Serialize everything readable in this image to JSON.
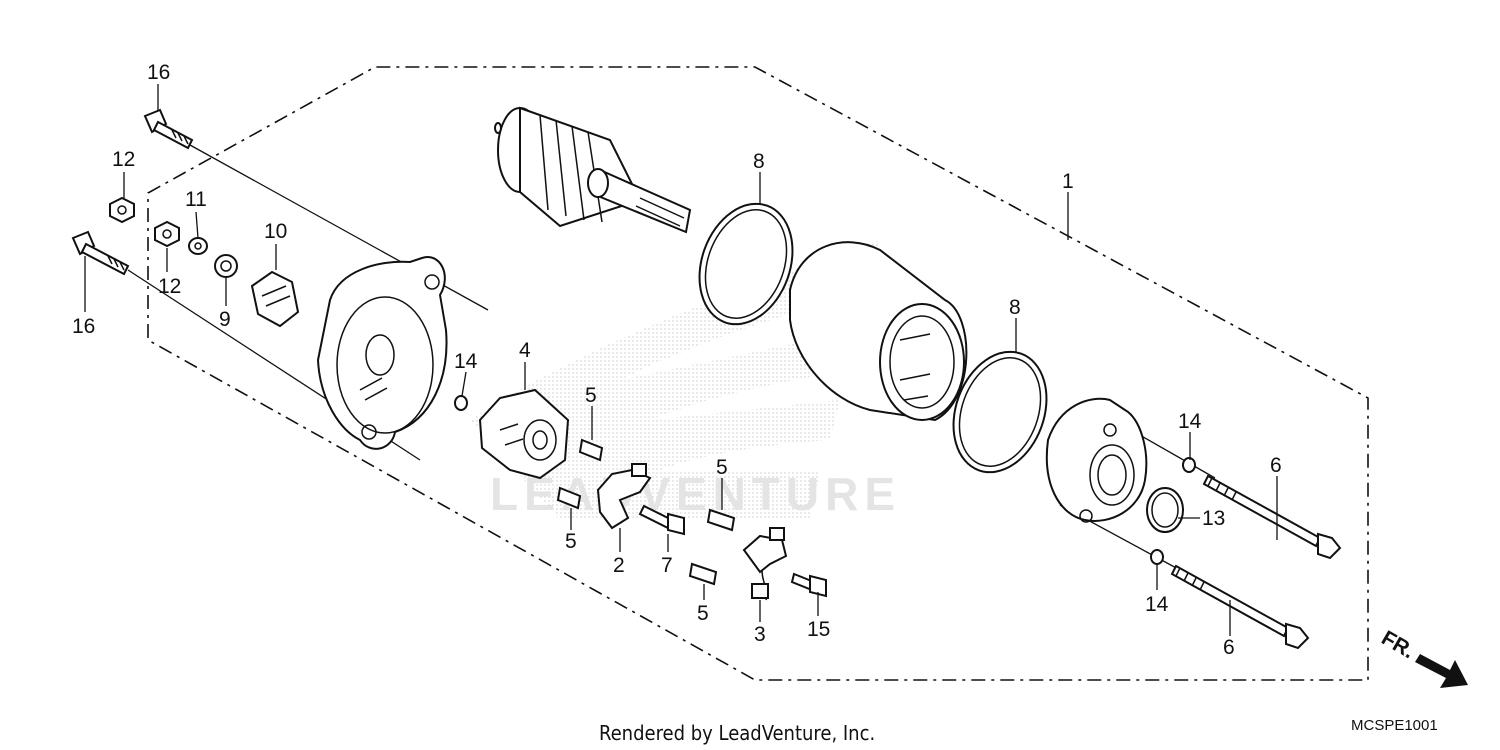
{
  "callouts": {
    "c1": "1",
    "c2": "2",
    "c3": "3",
    "c4": "4",
    "c5a": "5",
    "c5b": "5",
    "c5c": "5",
    "c5d": "5",
    "c6a": "6",
    "c6b": "6",
    "c7": "7",
    "c8a": "8",
    "c8b": "8",
    "c9": "9",
    "c10": "10",
    "c11": "11",
    "c12a": "12",
    "c12b": "12",
    "c13": "13",
    "c14a": "14",
    "c14b": "14",
    "c14c": "14",
    "c15": "15",
    "c16a": "16",
    "c16b": "16"
  },
  "watermark": "LEADVENTURE",
  "footer": {
    "rendered_by": "Rendered by LeadVenture, Inc.",
    "diagram_code": "MCSPE1001"
  },
  "direction_label": "FR."
}
